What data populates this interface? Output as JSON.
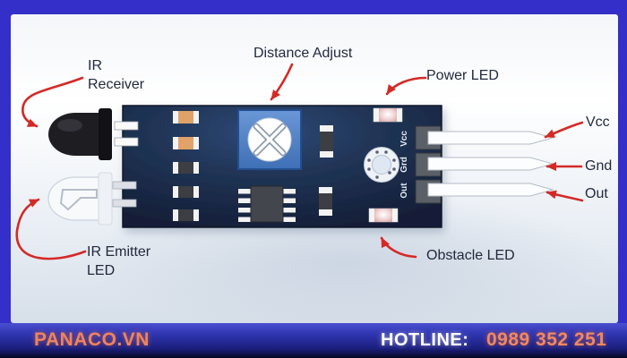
{
  "labels": {
    "ir_receiver": "IR\nReceiver",
    "distance_adjust": "Distance Adjust",
    "power_led": "Power LED",
    "vcc": "Vcc",
    "gnd": "Gnd",
    "out": "Out",
    "obstacle_led": "Obstacle LED",
    "ir_emitter": "IR Emitter\nLED"
  },
  "board_silk": {
    "pin1": "Vcc",
    "pin2": "Grd",
    "pin3": "Out"
  },
  "footer": {
    "brand": "PANACO.VN",
    "hotline_label": "HOTLINE:",
    "hotline_number": "0989 352 251"
  },
  "colors": {
    "border_blue": "#342fc8",
    "board_navy": "#1a2742",
    "arrow_red": "#d42a26",
    "pot_blue": "#4d7ec4",
    "brand_orange": "#f0835a"
  }
}
